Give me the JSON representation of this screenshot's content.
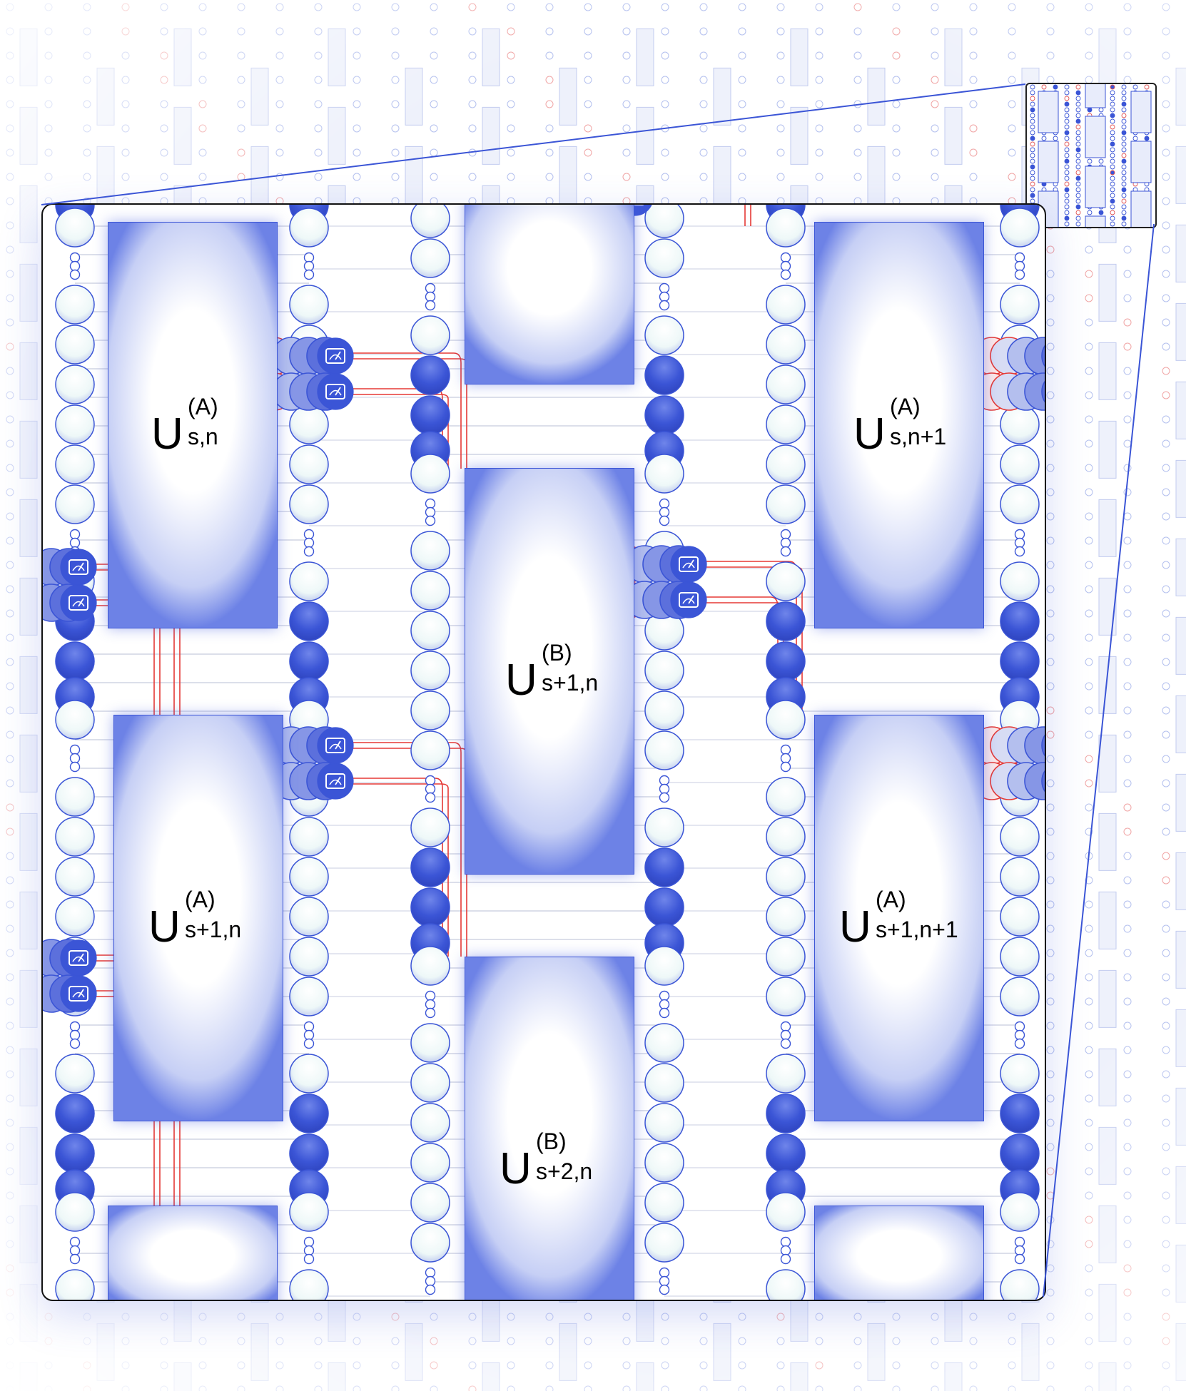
{
  "colors": {
    "accent": "#3b55d6",
    "measurement": "#e53935",
    "qubit_fill": "#f2fbfb"
  },
  "icons": [
    "measurement-meter-icon"
  ],
  "blocks": [
    {
      "id": "u-a-s-n",
      "main": "U",
      "sup": "(A)",
      "sub": "s,n"
    },
    {
      "id": "u-a-s-n1",
      "main": "U",
      "sup": "(A)",
      "sub": "s,n+1"
    },
    {
      "id": "u-b-s1-n",
      "main": "U",
      "sup": "(B)",
      "sub": "s+1,n"
    },
    {
      "id": "u-a-s1-n",
      "main": "U",
      "sup": "(A)",
      "sub": "s+1,n"
    },
    {
      "id": "u-a-s1-n1",
      "main": "U",
      "sup": "(A)",
      "sub": "s+1,n+1"
    },
    {
      "id": "u-b-s2-n",
      "main": "U",
      "sup": "(B)",
      "sub": "s+2,n"
    },
    {
      "id": "u-b-top",
      "main": "",
      "sup": "",
      "sub": ""
    },
    {
      "id": "u-a-bottom-left",
      "main": "",
      "sup": "",
      "sub": ""
    },
    {
      "id": "u-a-bottom-right",
      "main": "",
      "sup": "",
      "sub": ""
    }
  ]
}
